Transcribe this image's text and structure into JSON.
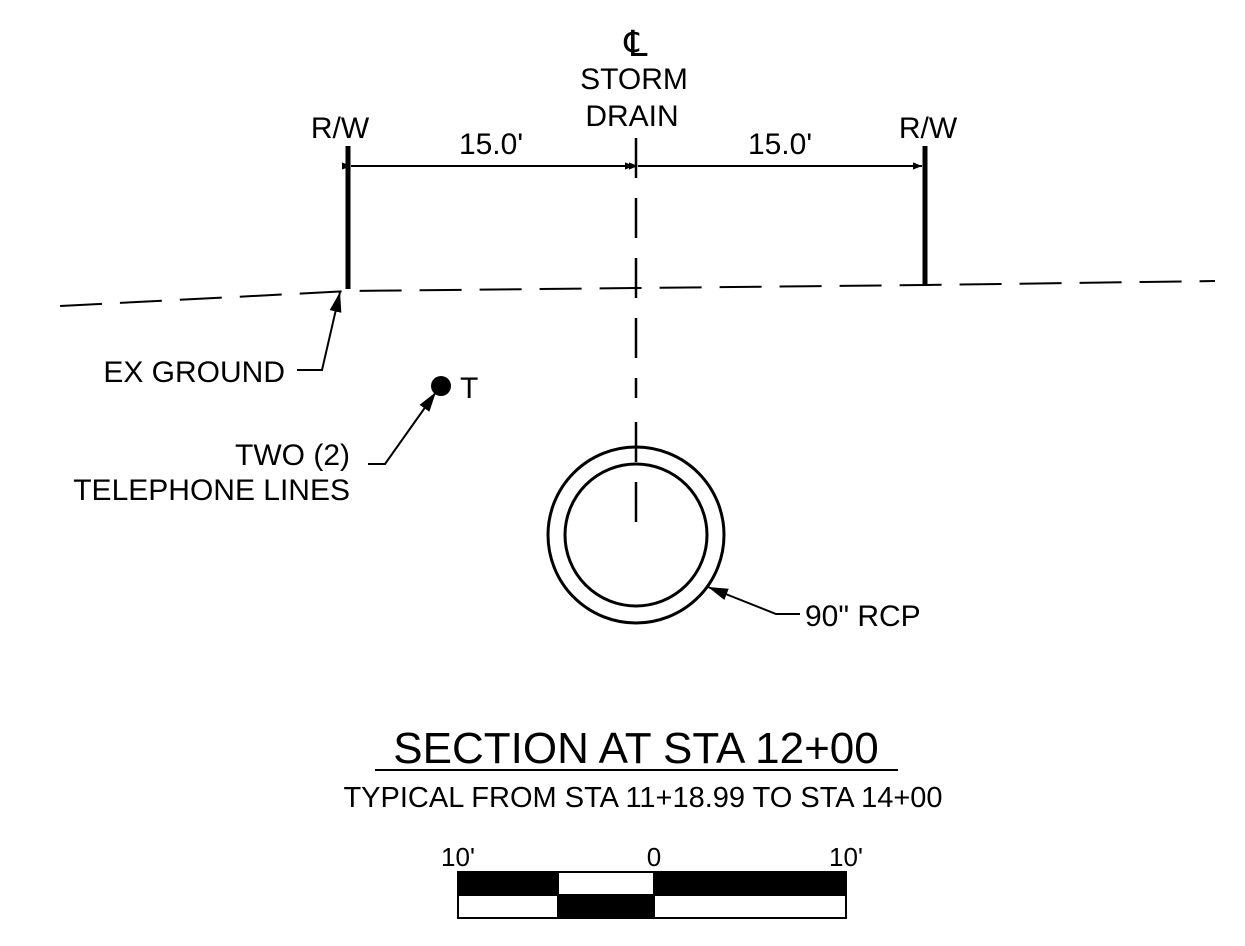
{
  "labels": {
    "centerline_symbol": "℄",
    "centerline_name_1": "STORM",
    "centerline_name_2": "DRAIN",
    "row_left": "R/W",
    "row_right": "R/W",
    "dim_left": "15.0'",
    "dim_right": "15.0'",
    "ex_ground": "EX GROUND",
    "telephone_mark": "T",
    "telephone_line_1": "TWO (2)",
    "telephone_line_2": "TELEPHONE LINES",
    "pipe": "90\" RCP"
  },
  "title": {
    "main": "SECTION AT STA 12+00",
    "sub": "TYPICAL FROM STA 11+18.99 TO STA 14+00"
  },
  "scale_bar": {
    "left": "10'",
    "center": "0",
    "right": "10'"
  }
}
